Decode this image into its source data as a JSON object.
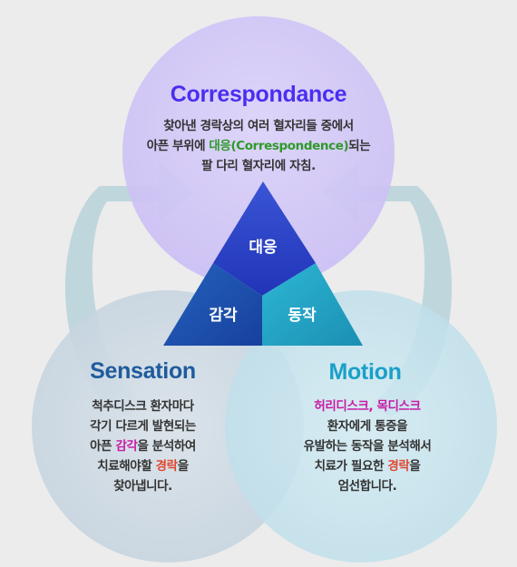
{
  "colors": {
    "background": "#ececec",
    "circle_top": "#d2c8f5",
    "circle_left": "#cdd8e3",
    "circle_right": "#c6e4ef",
    "arrow": "#b9d3dc",
    "title_correspondence": "#4a2ff0",
    "title_sensation": "#1f5b9d",
    "title_motion": "#1aa0c8",
    "tri_top": "#2e45c9",
    "tri_left": "#1d4fb0",
    "tri_right": "#21a4c3"
  },
  "correspondence": {
    "title": "Correspondance",
    "line1": "찾아낸 경락상의 여러 혈자리들 중에서",
    "line2_pre": "아픈 부위에 ",
    "line2_hl": "대응(Correspondence)",
    "line2_post": "되는",
    "line3": "팔 다리 혈자리에 자침."
  },
  "sensation": {
    "title": "Sensation",
    "line1": "척추디스크 환자마다",
    "line2": "각기 다르게 발현되는",
    "line3_pre": "아픈 ",
    "line3_hl": "감각",
    "line3_post": "을 분석하여",
    "line4_pre": "치료해야할 ",
    "line4_hl": "경락",
    "line4_post": "을",
    "line5": "찾아냅니다."
  },
  "motion": {
    "title": "Motion",
    "line1_hl": "허리디스크, 목디스크",
    "line2": "환자에게 통증을",
    "line3": "유발하는 동작을 분석해서",
    "line4_pre": "치료가 필요한 ",
    "line4_hl": "경락",
    "line4_post": "을",
    "line5": "엄선합니다."
  },
  "triangle": {
    "top": "대응",
    "left": "감각",
    "right": "동작"
  }
}
